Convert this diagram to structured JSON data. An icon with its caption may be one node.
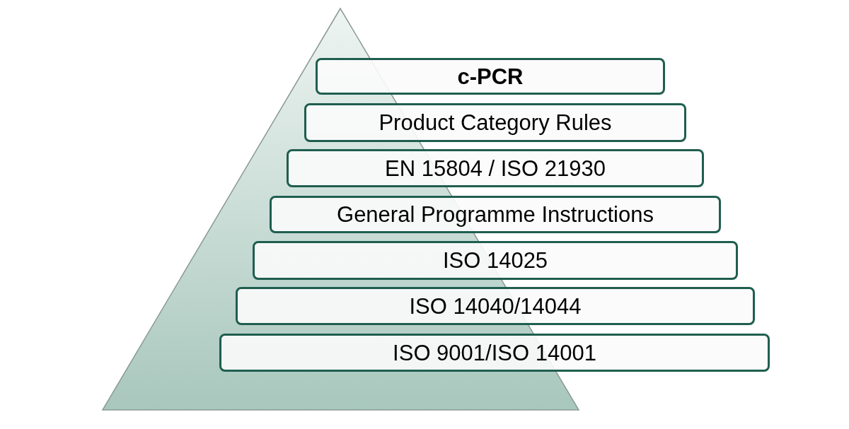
{
  "diagram": {
    "nodes": [
      {
        "text": [
          "c-PCR"
        ]
      },
      {
        "text": [
          "Product Category Rules"
        ]
      },
      {
        "text": [
          "EN 15804 / ISO 21930"
        ]
      },
      {
        "text": [
          "General Programme Instructions"
        ]
      },
      {
        "text": [
          "ISO 14025"
        ]
      },
      {
        "text": [
          "ISO 14040/14044"
        ]
      },
      {
        "text": [
          "ISO 9001/ISO 14001"
        ]
      }
    ]
  }
}
